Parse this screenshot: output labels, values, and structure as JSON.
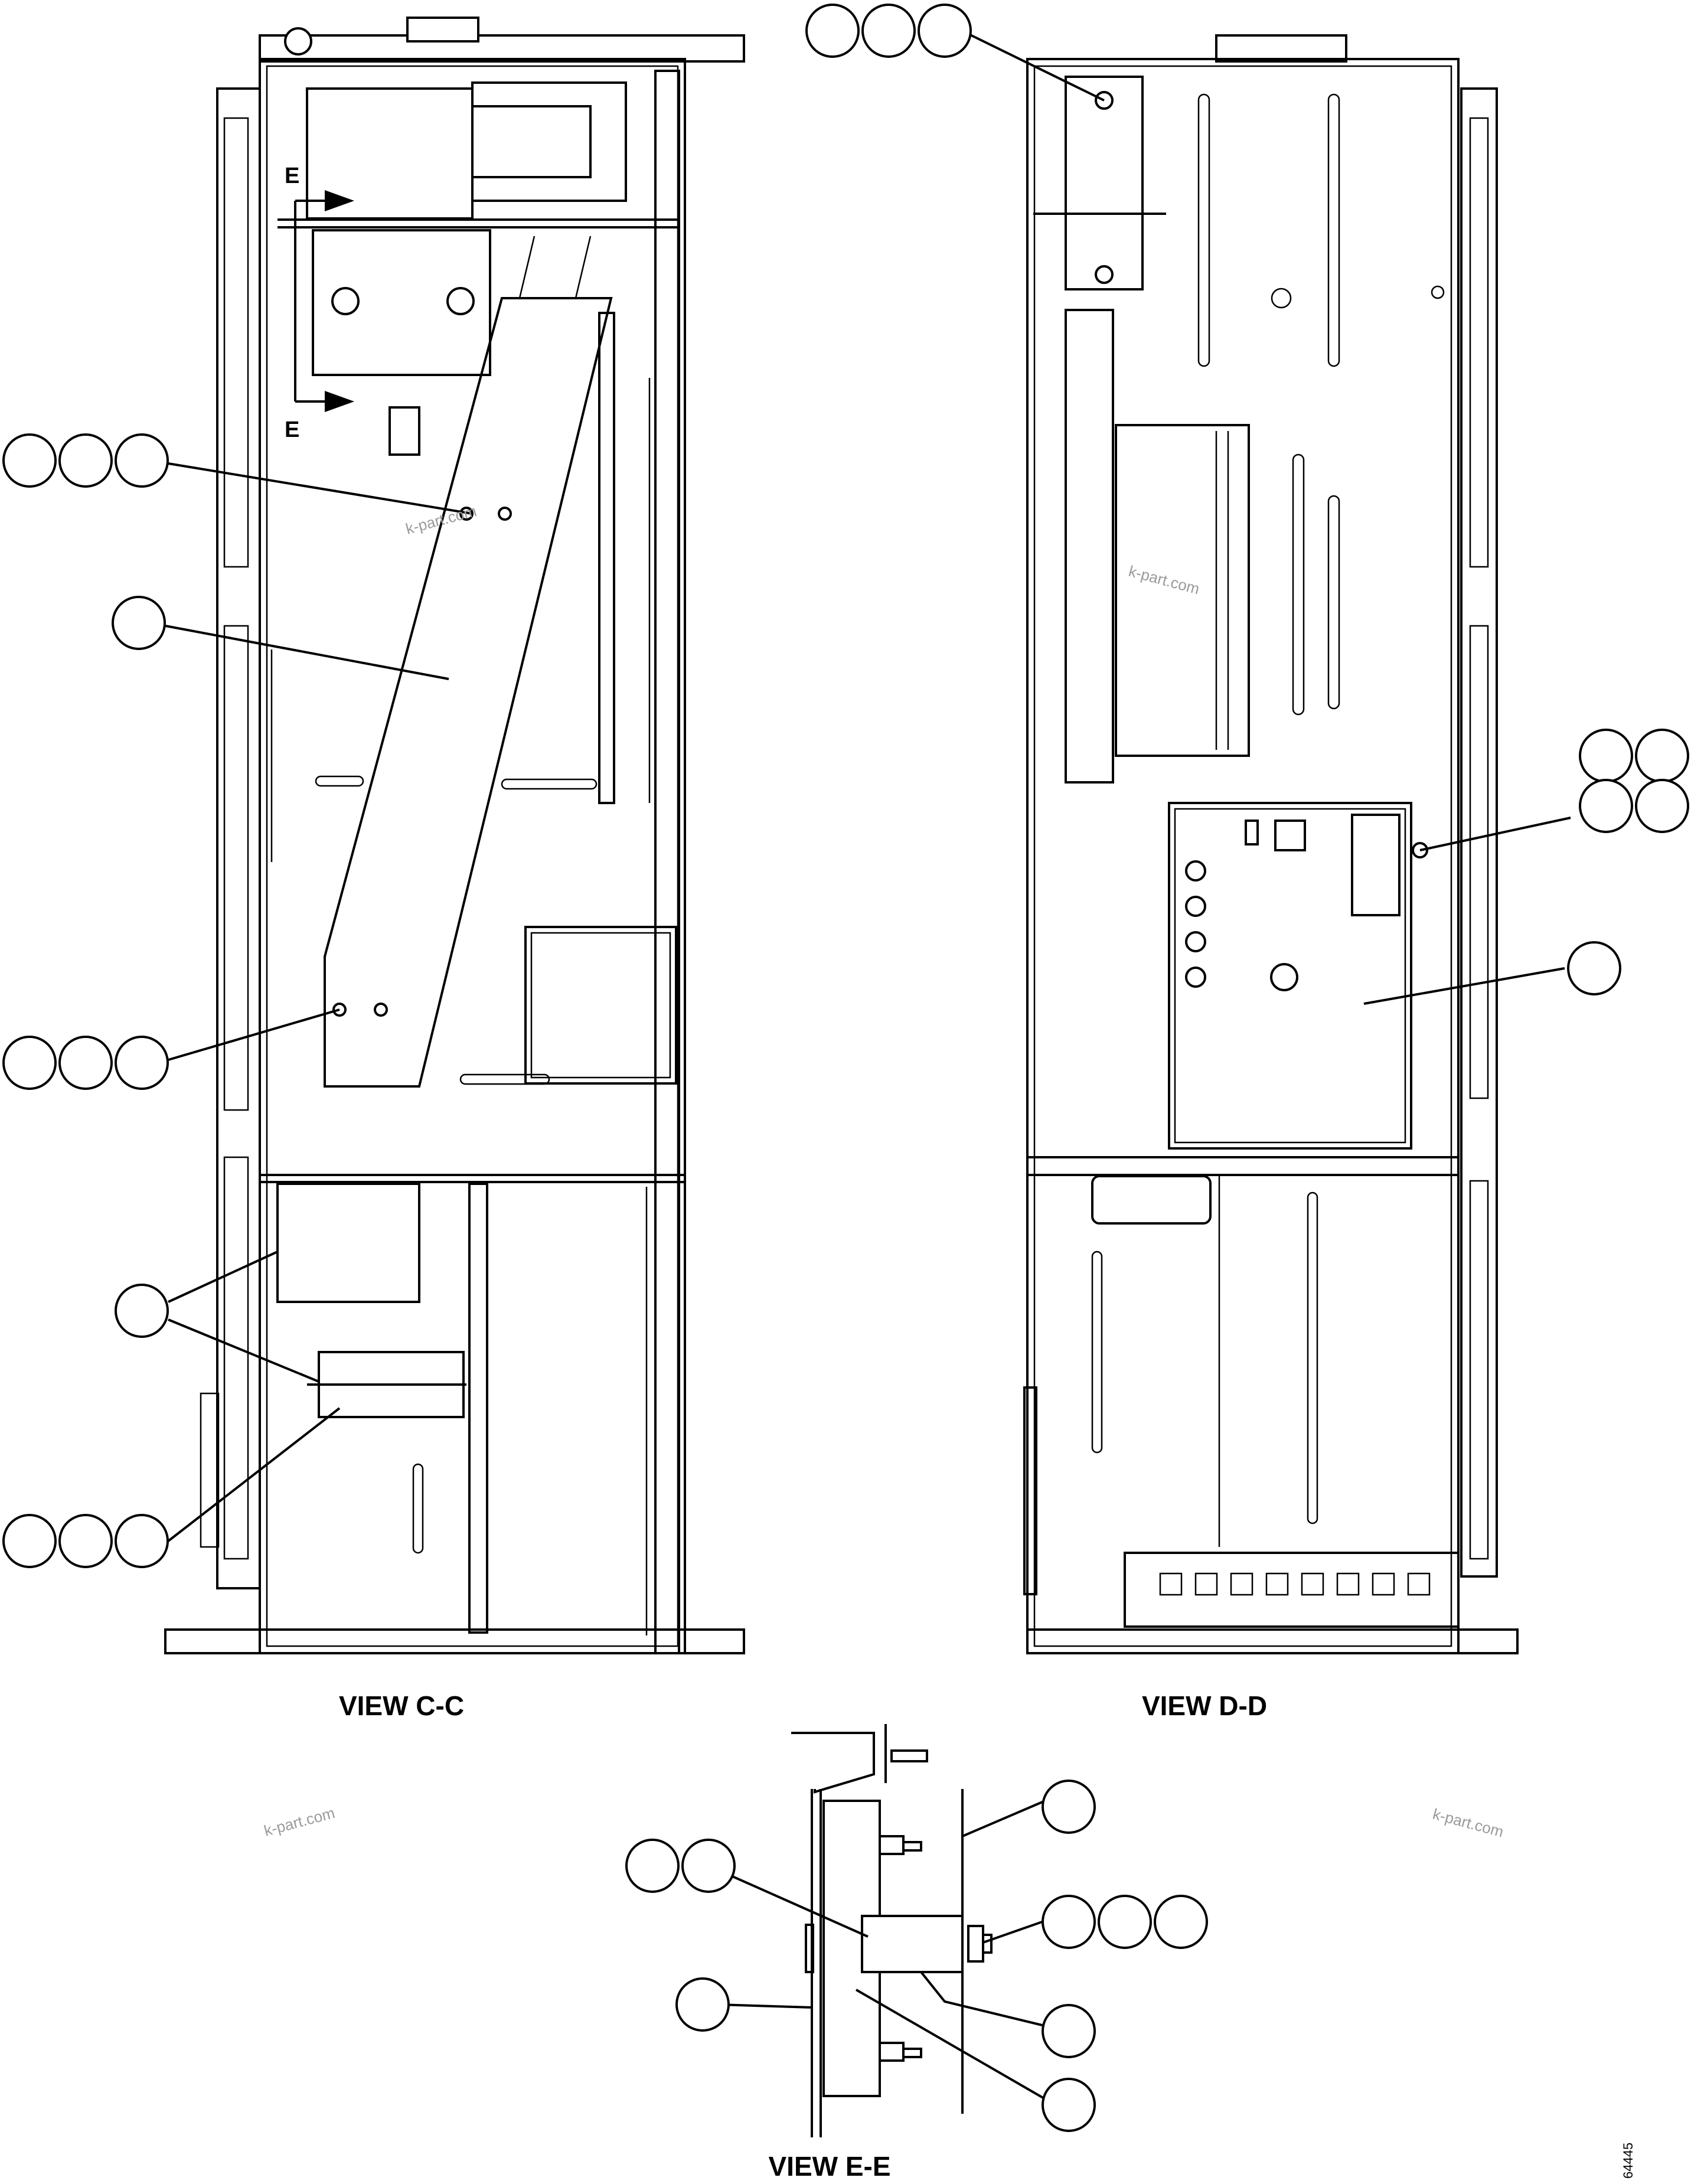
{
  "views": {
    "c_c": {
      "label": "VIEW C-C",
      "section_marker": "E"
    },
    "d_d": {
      "label": "VIEW D-D"
    },
    "e_e": {
      "label": "VIEW E-E"
    }
  },
  "watermarks": [
    "k-part.com",
    "k-part.com",
    "k-part.com",
    "k-part.com"
  ],
  "document_number": "64445"
}
